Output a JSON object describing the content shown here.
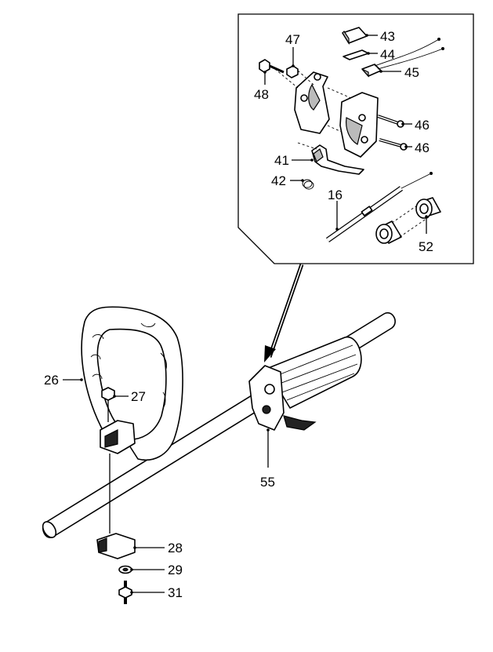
{
  "callouts": [
    {
      "id": "p43",
      "text": "43"
    },
    {
      "id": "p44",
      "text": "44"
    },
    {
      "id": "p45",
      "text": "45"
    },
    {
      "id": "p47",
      "text": "47"
    },
    {
      "id": "p48",
      "text": "48"
    },
    {
      "id": "p46a",
      "text": "46"
    },
    {
      "id": "p46b",
      "text": "46"
    },
    {
      "id": "p41",
      "text": "41"
    },
    {
      "id": "p42",
      "text": "42"
    },
    {
      "id": "p16",
      "text": "16"
    },
    {
      "id": "p52",
      "text": "52"
    },
    {
      "id": "p26",
      "text": "26"
    },
    {
      "id": "p27",
      "text": "27"
    },
    {
      "id": "p55",
      "text": "55"
    },
    {
      "id": "p28",
      "text": "28"
    },
    {
      "id": "p29",
      "text": "29"
    },
    {
      "id": "p31",
      "text": "31"
    }
  ]
}
